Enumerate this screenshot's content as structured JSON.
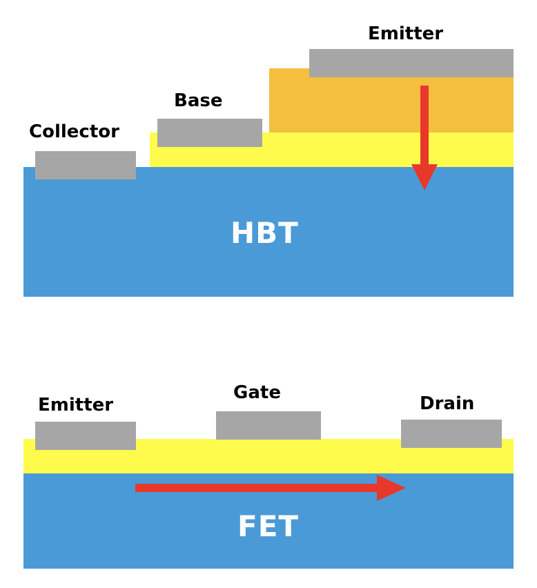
{
  "colors": {
    "substrate": "#4a9ad8",
    "channel_layer": "#fffb4d",
    "emitter_layer": "#f4bf3f",
    "contact": "#a6a6a6",
    "current_arrow": "#e8382a"
  },
  "hbt": {
    "device_label": "HBT",
    "collector_label": "Collector",
    "base_label": "Base",
    "emitter_label": "Emitter",
    "current_direction": "vertical"
  },
  "fet": {
    "device_label": "FET",
    "source_label": "Emitter",
    "gate_label": "Gate",
    "drain_label": "Drain",
    "current_direction": "horizontal"
  }
}
